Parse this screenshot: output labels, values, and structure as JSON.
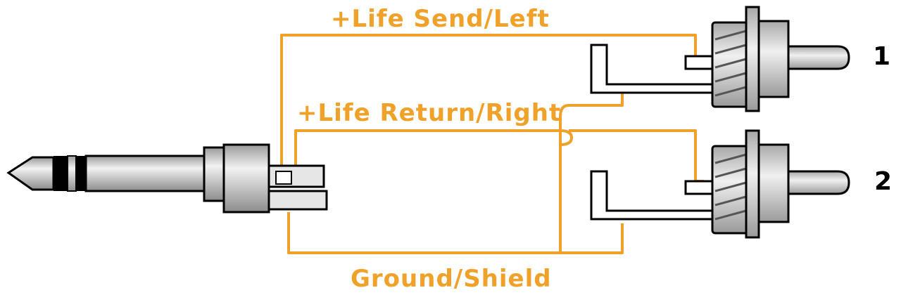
{
  "colors": {
    "wire": "#f0a12a",
    "outline": "#000000",
    "plug_fill": "#c8c8c8",
    "plug_light": "#e6e6e6",
    "plug_dark": "#8a8a8a",
    "background": "#ffffff"
  },
  "labels": {
    "send": "+Life Send/Left",
    "return": "+Life Return/Right",
    "ground": "Ground/Shield"
  },
  "plugs": {
    "plug1": "1",
    "plug2": "2"
  }
}
